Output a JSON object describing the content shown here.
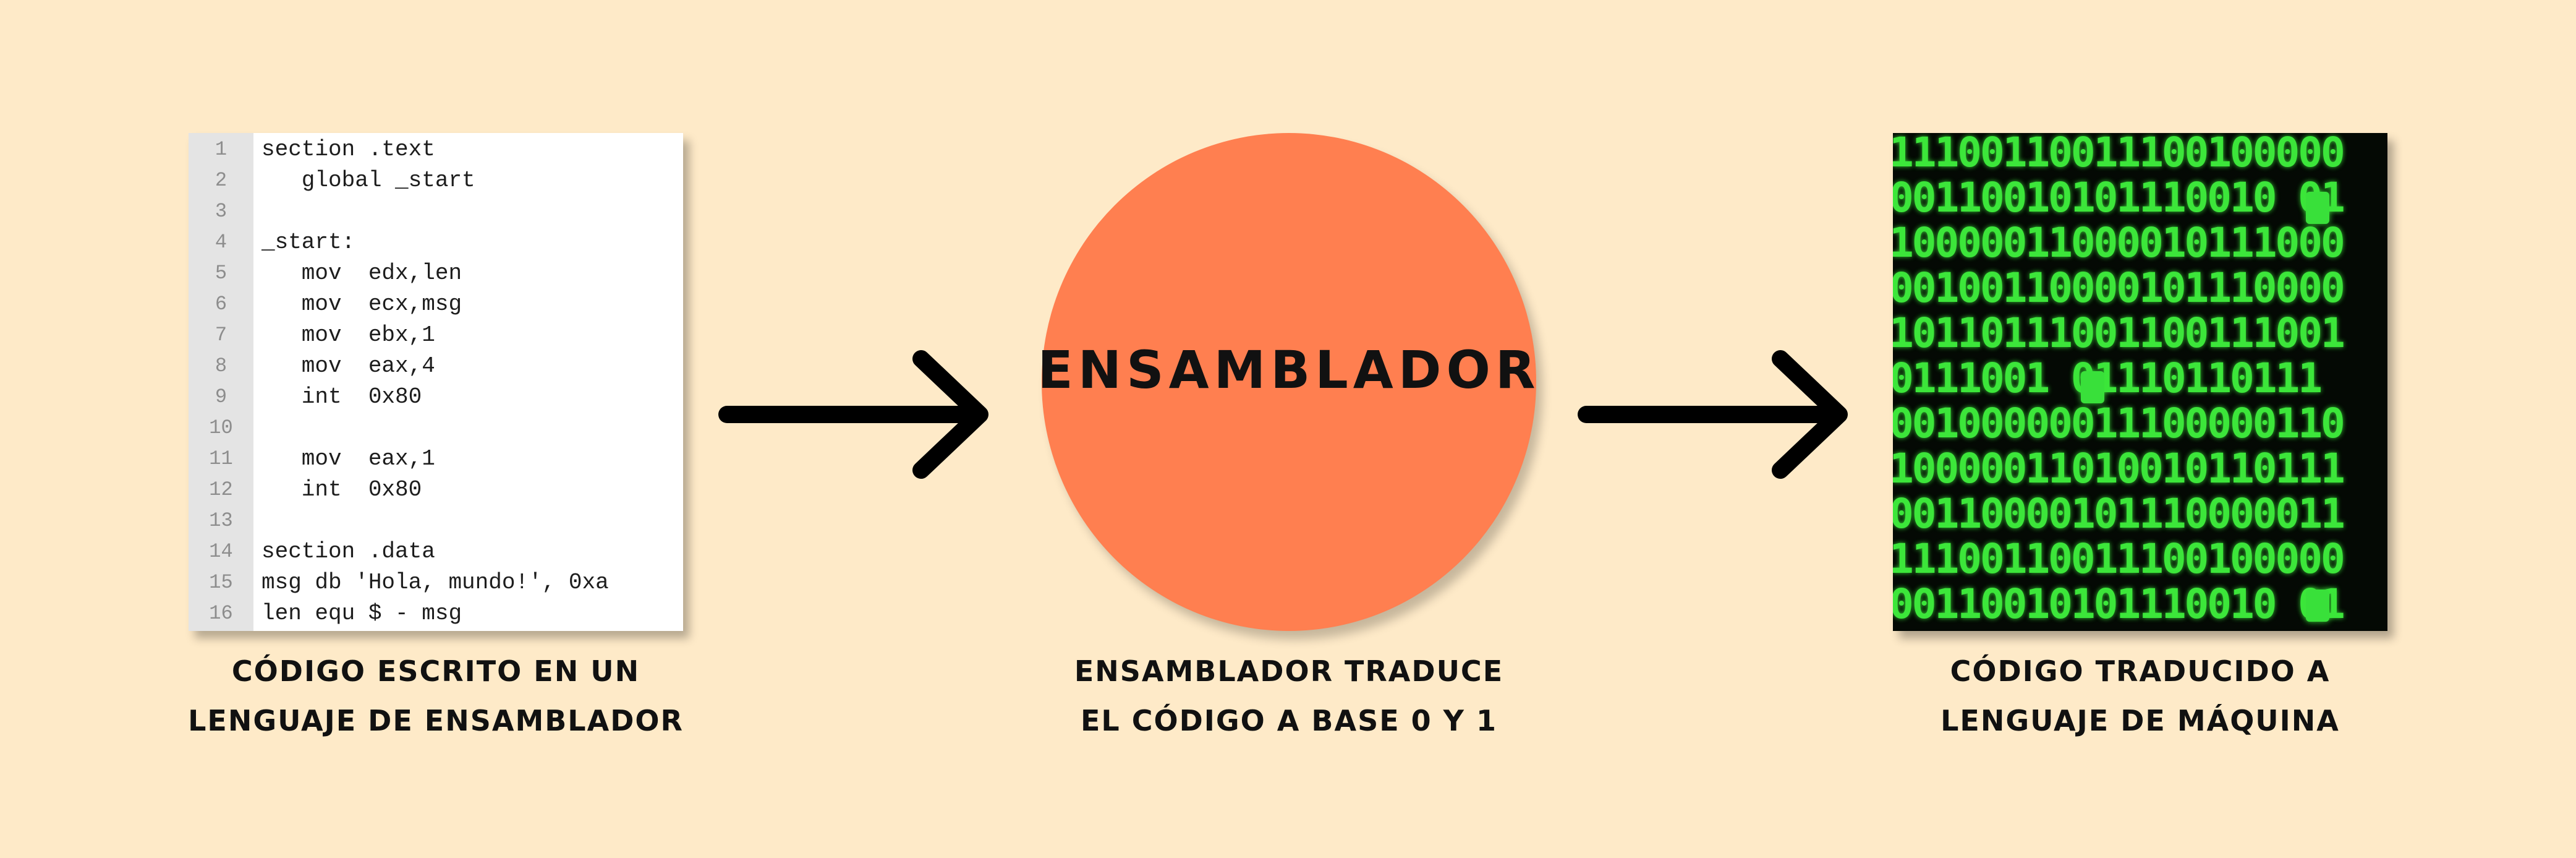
{
  "code_panel": {
    "lines": [
      {
        "n": "1",
        "text": "section .text"
      },
      {
        "n": "2",
        "text": "   global _start"
      },
      {
        "n": "3",
        "text": ""
      },
      {
        "n": "4",
        "text": "_start:"
      },
      {
        "n": "5",
        "text": "   mov  edx,len"
      },
      {
        "n": "6",
        "text": "   mov  ecx,msg"
      },
      {
        "n": "7",
        "text": "   mov  ebx,1"
      },
      {
        "n": "8",
        "text": "   mov  eax,4"
      },
      {
        "n": "9",
        "text": "   int  0x80"
      },
      {
        "n": "10",
        "text": ""
      },
      {
        "n": "11",
        "text": "   mov  eax,1"
      },
      {
        "n": "12",
        "text": "   int  0x80"
      },
      {
        "n": "13",
        "text": ""
      },
      {
        "n": "14",
        "text": "section .data"
      },
      {
        "n": "15",
        "text": "msg db 'Hola, mundo!', 0xa"
      },
      {
        "n": "16",
        "text": "len equ $ - msg"
      }
    ],
    "caption_line1": "CÓDIGO ESCRITO EN UN",
    "caption_line2": "LENGUAJE DE ENSAMBLADOR"
  },
  "assembler": {
    "label": "ENSAMBLADOR",
    "caption_line1": "ENSAMBLADOR TRADUCE",
    "caption_line2": "EL CÓDIGO A BASE 0 Y 1"
  },
  "binary_panel": {
    "rows": [
      "11100110011100100000",
      "00110010101110010 01",
      "10000011000010111000",
      "00100110000101110000",
      "10110111001100111001",
      "0111001 01110110111",
      "00100000011100000110",
      "10000011010010110111",
      "00110000101110000011",
      "11100110011100100000",
      "00110010101110010 01"
    ],
    "caption_line1": "CÓDIGO TRADUCIDO A",
    "caption_line2": "LENGUAJE DE MÁQUINA"
  },
  "colors": {
    "background": "#FEEAC8",
    "circle": "#FF7F50",
    "binary_green": "#3CE63A"
  }
}
